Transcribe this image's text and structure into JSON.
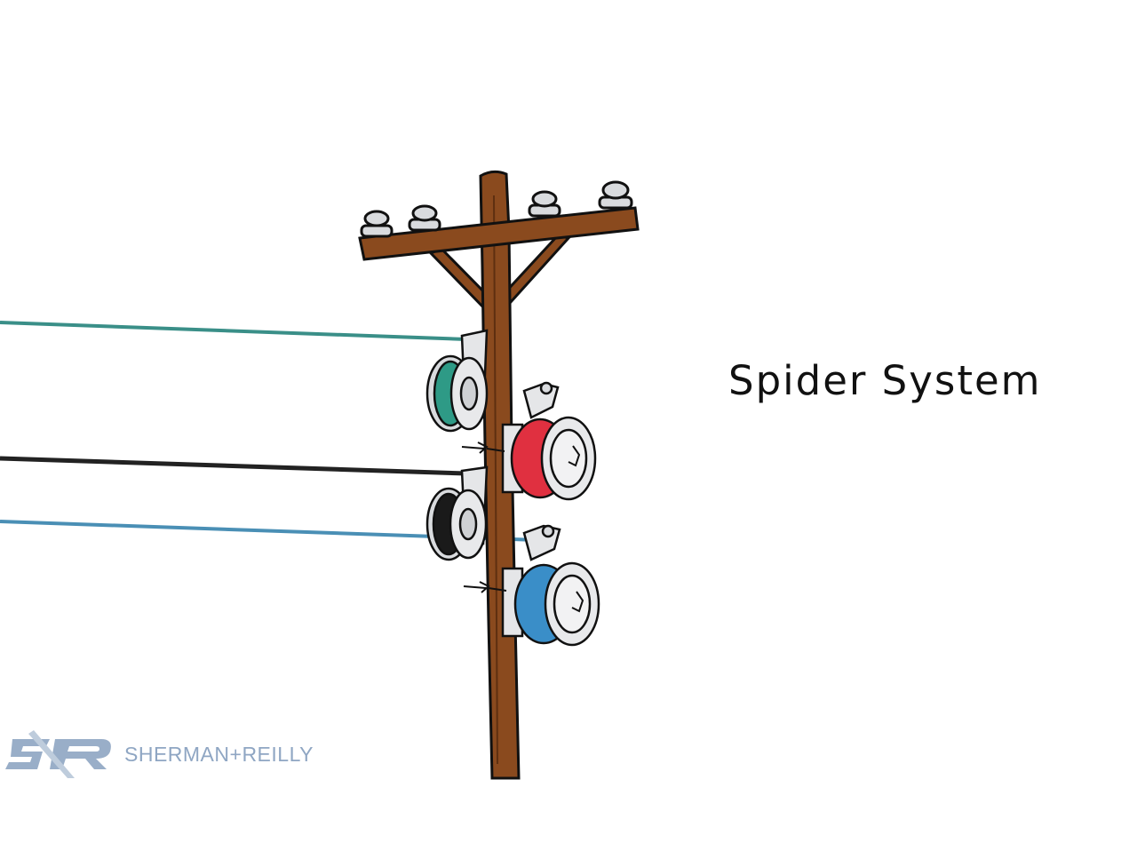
{
  "scene": {
    "caption": "Spider System",
    "logo": {
      "monogram": "SR",
      "brand": "SHERMAN+REILLY"
    },
    "colors": {
      "pole": "#8a4a1e",
      "insulator": "#d9dbde",
      "reel_teal": "#2e9a86",
      "reel_red": "#e03040",
      "reel_black": "#1a1a1a",
      "reel_blue": "#3a8ec8",
      "logo": "#8fa6c3"
    }
  }
}
